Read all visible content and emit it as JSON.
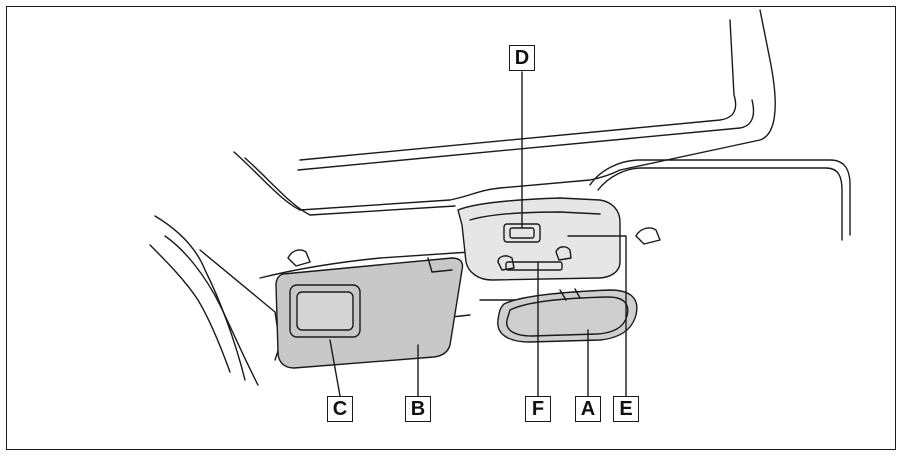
{
  "callouts": {
    "A": "A",
    "B": "B",
    "C": "C",
    "D": "D",
    "E": "E",
    "F": "F"
  },
  "colors": {
    "line": "#1a1a1a",
    "visor_fill": "#c8c8c8",
    "mirror_fill": "#cfcfcf",
    "console_fill": "#e6e6e6",
    "frame": "#1a1a1a"
  }
}
